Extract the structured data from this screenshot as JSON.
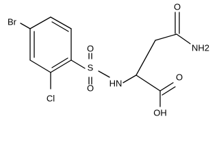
{
  "molecule": {
    "atoms": {
      "bromine": "Br",
      "chlorine": "Cl",
      "sulfur": "S",
      "sulfonyl_oxygen_top": "O",
      "sulfonyl_oxygen_bottom": "O",
      "amine_nh": "HN",
      "amide_oxygen": "O",
      "amide_nh2": "NH2",
      "acid_oxygen": "O",
      "acid_oh": "OH"
    }
  }
}
